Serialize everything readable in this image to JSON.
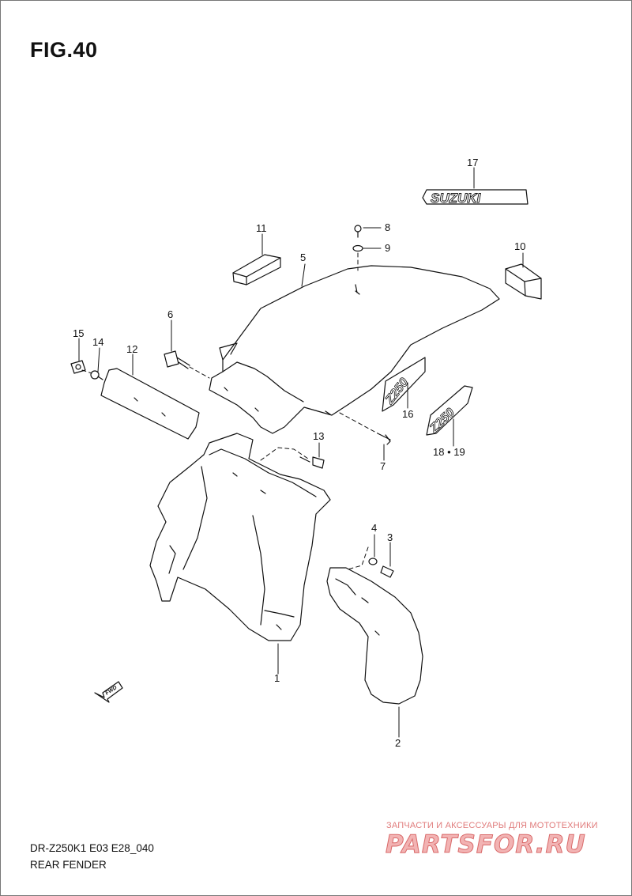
{
  "figure": {
    "title": "FIG.40",
    "model_code": "DR-Z250K1  E03  E28_040",
    "section_name": "REAR FENDER"
  },
  "part_labels": [
    {
      "id": "1",
      "text": "1"
    },
    {
      "id": "2",
      "text": "2"
    },
    {
      "id": "3",
      "text": "3"
    },
    {
      "id": "4",
      "text": "4"
    },
    {
      "id": "5",
      "text": "5"
    },
    {
      "id": "6",
      "text": "6"
    },
    {
      "id": "7",
      "text": "7"
    },
    {
      "id": "8",
      "text": "8"
    },
    {
      "id": "9",
      "text": "9"
    },
    {
      "id": "10",
      "text": "10"
    },
    {
      "id": "11",
      "text": "11"
    },
    {
      "id": "12",
      "text": "12"
    },
    {
      "id": "13",
      "text": "13"
    },
    {
      "id": "14",
      "text": "14"
    },
    {
      "id": "15",
      "text": "15"
    },
    {
      "id": "16",
      "text": "16"
    },
    {
      "id": "17",
      "text": "17"
    },
    {
      "id": "18-19",
      "text": "18 • 19"
    }
  ],
  "emblems": {
    "brand": "SUZUKI",
    "model_badge": "Z250",
    "fwd_arrow": "FWD"
  },
  "watermark": {
    "tagline": "ЗАПЧАСТИ И АКСЕССУАРЫ ДЛЯ МОТОТЕХНИКИ",
    "logo": "PARTSFOR.RU"
  },
  "colors": {
    "line": "#111111",
    "watermark_fill": "#f2b3b3",
    "watermark_stroke": "#d96a6a"
  }
}
